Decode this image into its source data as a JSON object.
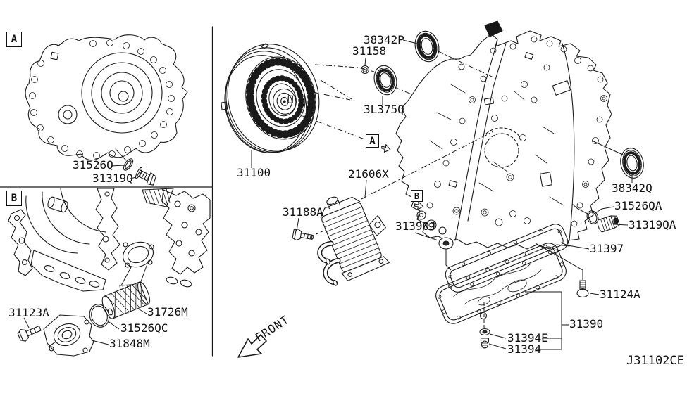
{
  "diagram": {
    "code": "J31102CE",
    "front_marker": "FRONT",
    "section_markers": {
      "a": "A",
      "b": "B"
    }
  },
  "part_labels": {
    "washer_31526Q": "31526Q",
    "bolt_31319Q": "31319Q",
    "bolt_31123A": "31123A",
    "oil_filter_31726M": "31726M",
    "oring_31526QC": "31526QC",
    "filter_cover_31848M": "31848M",
    "torque_converter_31100": "31100",
    "oil_seal_38342P": "38342P",
    "oring_31158": "31158",
    "oil_seal_3L375Q": "3L375Q",
    "oil_cooler_21606X": "21606X",
    "bolt_31188A": "31188A",
    "washer_31390J": "31390J",
    "oil_seal_38342Q": "38342Q",
    "oring_31526QA": "31526QA",
    "drain_plug_31319QA": "31319QA",
    "gasket_31397": "31397",
    "bolt_31124A": "31124A",
    "oil_pan_31390": "31390",
    "washer_31394E": "31394E",
    "drain_plug_31394": "31394"
  }
}
